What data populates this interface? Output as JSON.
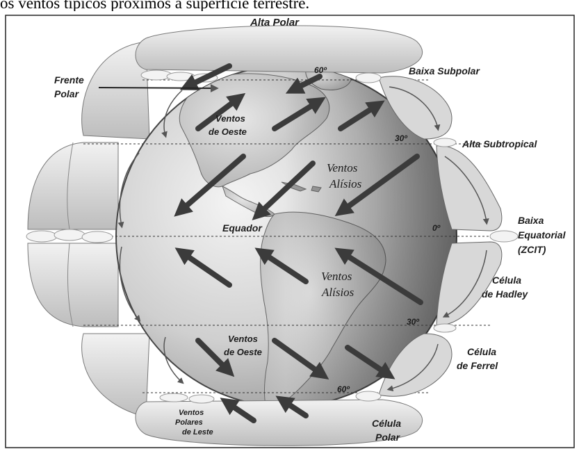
{
  "caption": "os ventos típicos próximos à superfície terrestre.",
  "pressure": {
    "alta_polar": "Alta Polar",
    "baixa_subpolar": "Baixa Subpolar",
    "alta_subtropical": "Alta Subtropical",
    "baixa_equatorial_1": "Baixa",
    "baixa_equatorial_2": "Equatorial",
    "zcit": "(ZCIT)"
  },
  "fronts": {
    "frente_1": "Frente",
    "frente_2": "Polar"
  },
  "latitudes": {
    "n60": "60º",
    "n30": "30º",
    "eq": "0º",
    "s30": "30º",
    "s60": "60º"
  },
  "cells": {
    "hadley_1": "Célula",
    "hadley_2": "de Hadley",
    "ferrel_1": "Célula",
    "ferrel_2": "de Ferrel",
    "polar_1": "Célula",
    "polar_2": "Polar"
  },
  "winds": {
    "oeste_n_1": "Ventos",
    "oeste_n_2": "de Oeste",
    "alisios_n_1": "Ventos",
    "alisios_n_2": "Alísios",
    "equador": "Equador",
    "alisios_s_1": "Ventos",
    "alisios_s_2": "Alísios",
    "oeste_s_1": "Ventos",
    "oeste_s_2": "de Oeste",
    "polares_1": "Ventos",
    "polares_2": "Polares",
    "polares_3": "de Leste"
  }
}
